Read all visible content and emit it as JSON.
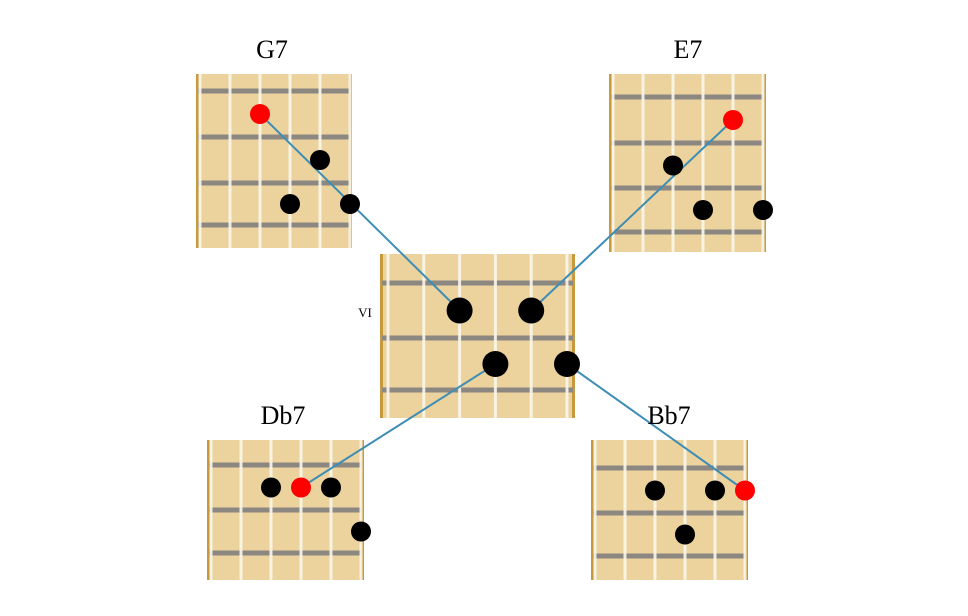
{
  "title": "Chord shapes connected by common tones",
  "position_marker": "VI",
  "colors": {
    "board": "#ecd39e",
    "board_edge": "#c79a3e",
    "fret": "#8c8781",
    "string": "#fbf6ea",
    "dot": "#000000",
    "highlight": "#ff0000",
    "connector": "#3d8db5"
  },
  "boards": [
    {
      "id": "center",
      "label": "",
      "notes": [
        {
          "string": 2,
          "slot": 1
        },
        {
          "string": 4,
          "slot": 1
        },
        {
          "string": 3,
          "slot": 2
        },
        {
          "string": 5,
          "slot": 2
        }
      ]
    },
    {
      "id": "g7",
      "label": "G7",
      "notes": [
        {
          "string": 2,
          "slot": 1,
          "highlight": true
        },
        {
          "string": 4,
          "slot": 2
        },
        {
          "string": 3,
          "slot": 3
        },
        {
          "string": 5,
          "slot": 3
        }
      ]
    },
    {
      "id": "e7",
      "label": "E7",
      "notes": [
        {
          "string": 4,
          "slot": 1,
          "highlight": true
        },
        {
          "string": 2,
          "slot": 2
        },
        {
          "string": 3,
          "slot": 3
        },
        {
          "string": 5,
          "slot": 3
        }
      ]
    },
    {
      "id": "db7",
      "label": "Db7",
      "notes": [
        {
          "string": 2,
          "slot": 1
        },
        {
          "string": 3,
          "slot": 1,
          "highlight": true
        },
        {
          "string": 4,
          "slot": 1
        },
        {
          "string": 5,
          "slot": 2
        }
      ]
    },
    {
      "id": "bb7",
      "label": "Bb7",
      "notes": [
        {
          "string": 2,
          "slot": 1
        },
        {
          "string": 4,
          "slot": 1
        },
        {
          "string": 5,
          "slot": 1,
          "highlight": true
        },
        {
          "string": 3,
          "slot": 2
        }
      ]
    }
  ],
  "connections": [
    {
      "from": [
        "g7",
        0
      ],
      "to": [
        "center",
        0
      ]
    },
    {
      "from": [
        "e7",
        0
      ],
      "to": [
        "center",
        1
      ]
    },
    {
      "from": [
        "db7",
        1
      ],
      "to": [
        "center",
        2
      ]
    },
    {
      "from": [
        "bb7",
        2
      ],
      "to": [
        "center",
        3
      ]
    }
  ]
}
